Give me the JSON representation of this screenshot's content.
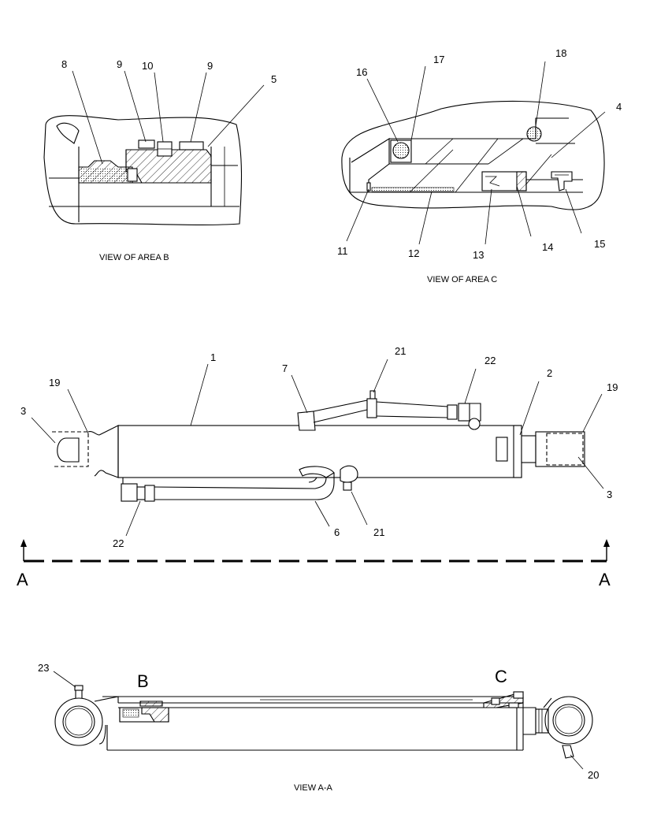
{
  "captions": {
    "area_b": "VIEW OF AREA B",
    "area_c": "VIEW OF AREA C",
    "section_aa": "VIEW A-A"
  },
  "section_marks": {
    "left": "A",
    "right": "A"
  },
  "area_marks": {
    "b": "B",
    "c": "C"
  },
  "callouts": {
    "area_b": [
      "8",
      "9",
      "10",
      "9",
      "5"
    ],
    "area_c": [
      "16",
      "17",
      "18",
      "4",
      "11",
      "12",
      "13",
      "14",
      "15"
    ],
    "main": [
      "1",
      "7",
      "21",
      "22",
      "2",
      "19",
      "3",
      "19",
      "3",
      "22",
      "6",
      "21"
    ],
    "view_aa": [
      "23",
      "20"
    ]
  }
}
